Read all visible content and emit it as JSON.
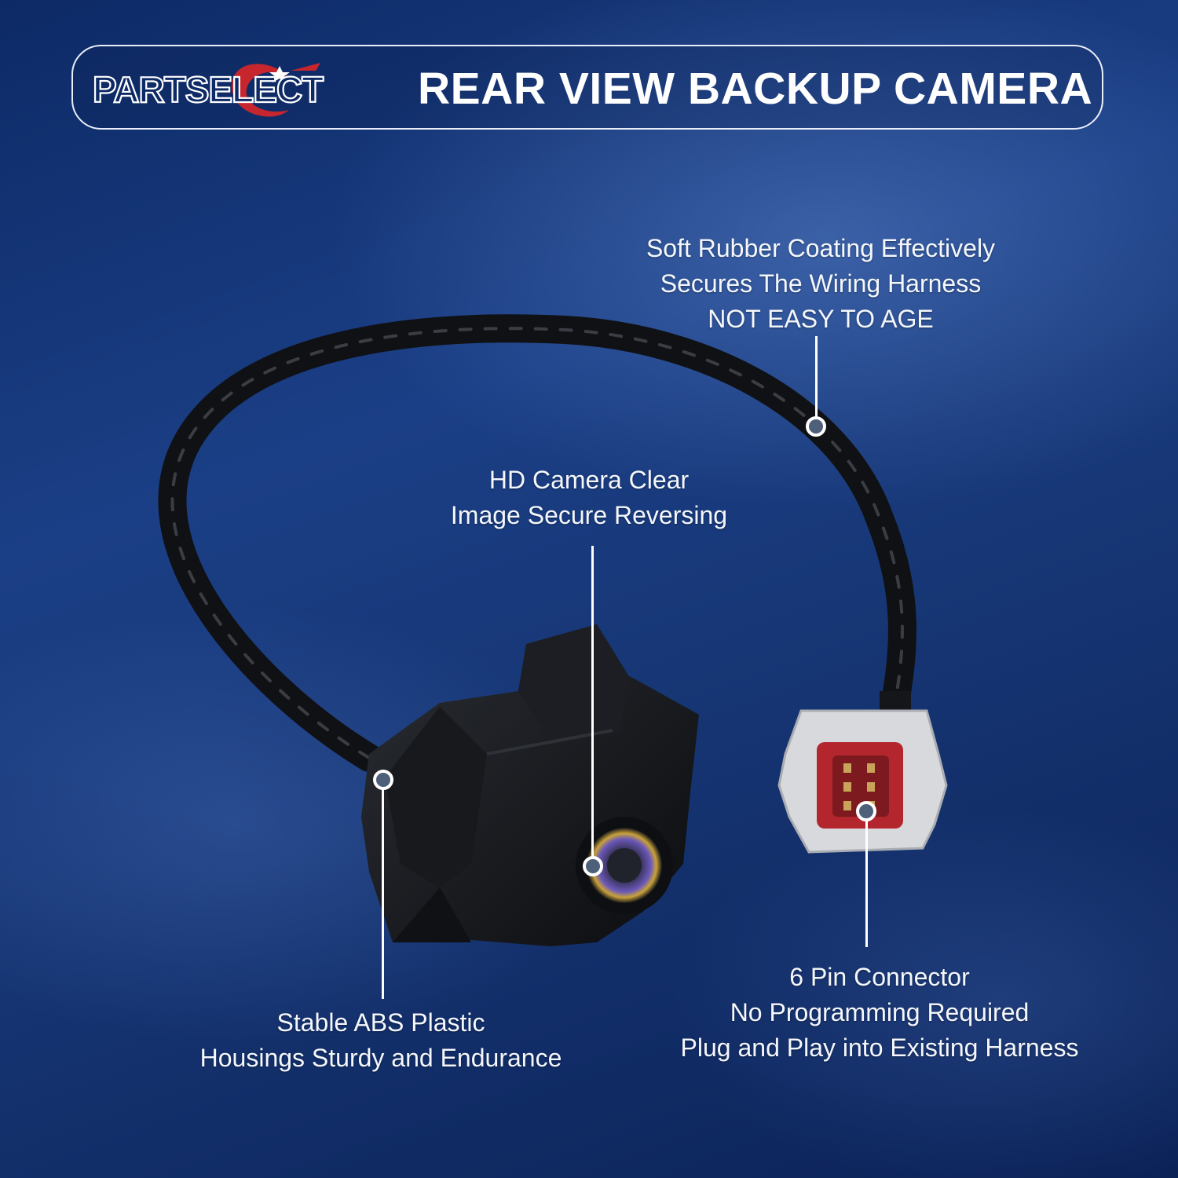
{
  "header": {
    "brand": "PARTSELECT",
    "title": "REAR VIEW BACKUP CAMERA"
  },
  "callouts": {
    "cable": [
      "Soft Rubber Coating Effectively",
      "Secures The Wiring Harness",
      "NOT EASY TO AGE"
    ],
    "camera": [
      "HD Camera Clear",
      "Image Secure Reversing"
    ],
    "housing": [
      "Stable ABS Plastic",
      "Housings Sturdy and Endurance"
    ],
    "connector": [
      "6 Pin Connector",
      "No Programming Required",
      "Plug and Play into Existing Harness"
    ]
  },
  "colors": {
    "background": "#1b3f86",
    "accent_red": "#c8262e",
    "connector_grey": "#d7d9dc",
    "connector_red": "#b3262e"
  }
}
